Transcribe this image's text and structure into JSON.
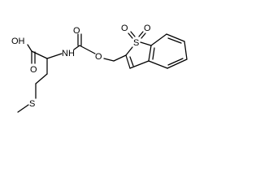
{
  "molecule": {
    "labels": {
      "carboxyl_oh": "OH",
      "carboxyl_o": "O",
      "nh": "NH",
      "carbamate_o_top": "O",
      "carbamate_o_ester": "O",
      "thioether_s": "S",
      "sulfone_s": "S",
      "sulfone_o_left": "O",
      "sulfone_o_right": "O"
    }
  }
}
